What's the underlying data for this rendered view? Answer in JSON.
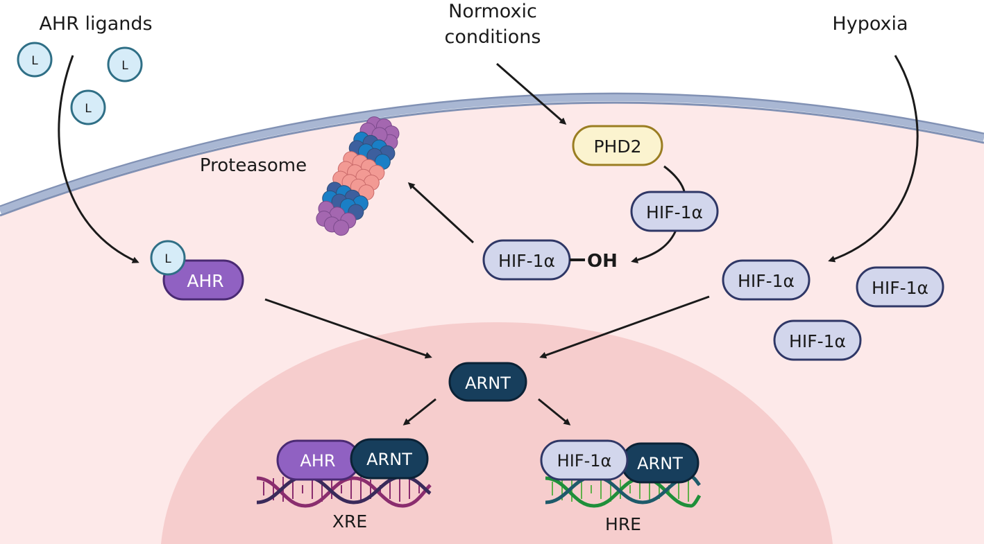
{
  "labels": {
    "ahr_ligands": "AHR ligands",
    "normoxic_line1": "Normoxic",
    "normoxic_line2": "conditions",
    "hypoxia": "Hypoxia",
    "proteasome": "Proteasome",
    "hydroxyl": "OH",
    "xre": "XRE",
    "hre": "HRE"
  },
  "ligand_letter": "L",
  "proteins": {
    "phd2": "PHD2",
    "hif1a": "HIF-1α",
    "ahr": "AHR",
    "arnt": "ARNT"
  },
  "colors": {
    "cytoplasm": "#fde9e9",
    "nucleus": "#f6cdcd",
    "membrane": "#a9b7d3",
    "membrane_edge": "#7f8fb2",
    "ligand_fill": "#d6ecf8",
    "ligand_stroke": "#2f6f86",
    "phd2_fill": "#fbf3cf",
    "phd2_stroke": "#9a7d22",
    "hif_fill": "#d2d6ec",
    "hif_stroke": "#2f3766",
    "ahr_fill": "#9061c2",
    "ahr_stroke": "#4a2a73",
    "arnt_fill": "#173e5c",
    "arnt_stroke": "#0b2236",
    "xre_dna_a": "#8a2d6e",
    "xre_dna_b": "#3a2a5a",
    "hre_dna_a": "#1f8f3a",
    "hre_dna_b": "#1e5a6a"
  },
  "icons": [
    "ligand-icon",
    "proteasome-icon",
    "dna-xre-icon",
    "dna-hre-icon"
  ]
}
